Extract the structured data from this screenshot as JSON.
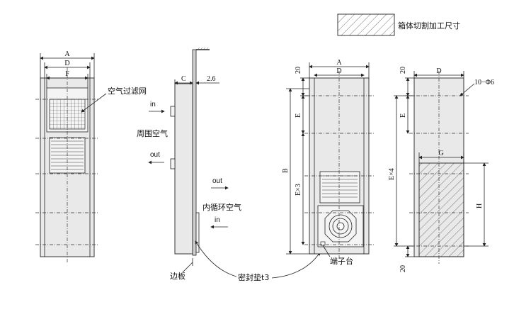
{
  "legend": {
    "label": "箱体切割加工尺寸"
  },
  "front_view": {
    "dim_a": "A",
    "dim_d": "D",
    "dim_f": "F",
    "filter_label": "空气过滤网"
  },
  "side_view": {
    "dim_c": "C",
    "dim_thickness": "2.6",
    "ambient_in": "in",
    "ambient_label": "周围空气",
    "ambient_out": "out",
    "internal_out": "out",
    "internal_label": "内循环空气",
    "internal_in": "in",
    "edge_label": "边板",
    "gasket_label": "密封垫t3"
  },
  "rear_view": {
    "dim_20_top": "20",
    "dim_a": "A",
    "dim_d": "D",
    "dim_e": "E",
    "dim_b": "B",
    "dim_ex3": "E×3",
    "terminal_label": "端子台"
  },
  "cutout_view": {
    "dim_20_top": "20",
    "dim_d": "D",
    "hole_label": "10−Φ6",
    "dim_e": "E",
    "dim_ex4": "E×4",
    "dim_g": "G",
    "dim_h": "H",
    "dim_20_bottom": "20"
  },
  "colors": {
    "body_fill": "#e9e9e9",
    "line": "#222222",
    "hatch": "#555555"
  }
}
